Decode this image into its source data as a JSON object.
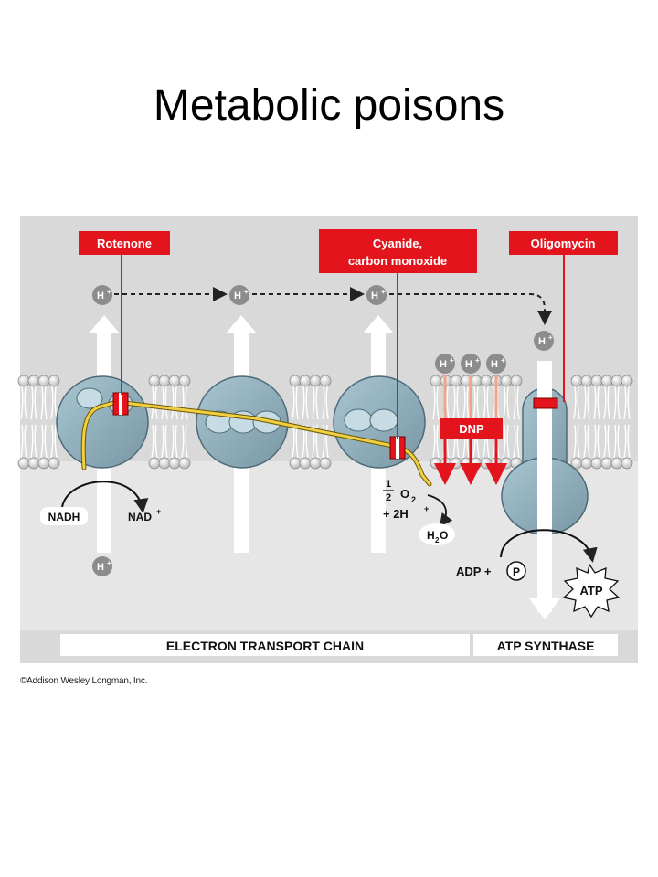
{
  "slide": {
    "title": "Metabolic poisons",
    "copyright": "©Addison Wesley Longman, Inc."
  },
  "diagram": {
    "inhibitors": {
      "rotenone": "Rotenone",
      "cyanide_line1": "Cyanide,",
      "cyanide_line2": "carbon monoxide",
      "oligomycin": "Oligomycin",
      "dnp": "DNP"
    },
    "proton_label": "H",
    "proton_charge": "+",
    "molecules": {
      "nadh": "NADH",
      "nad": "NAD",
      "nad_charge": "+",
      "half_num": "1",
      "half_den": "2",
      "o2": "O",
      "o2_sub": "2",
      "two_h": "+ 2H",
      "two_h_charge": "+",
      "water": "H",
      "water_sub": "2",
      "water_o": "O",
      "adp": "ADP +",
      "phosphate": "P",
      "atp": "ATP"
    },
    "labels": {
      "etc": "ELECTRON TRANSPORT CHAIN",
      "atp_synthase": "ATP SYNTHASE"
    },
    "colors": {
      "inhibitor_red": "#e3141c",
      "panel_gray": "#d9d9d9",
      "protein_blue": "#8fb0bf",
      "electron_path": "#e8c034",
      "proton_gray": "#8c8c8c",
      "dnp_arrow": "#e3141c"
    }
  }
}
